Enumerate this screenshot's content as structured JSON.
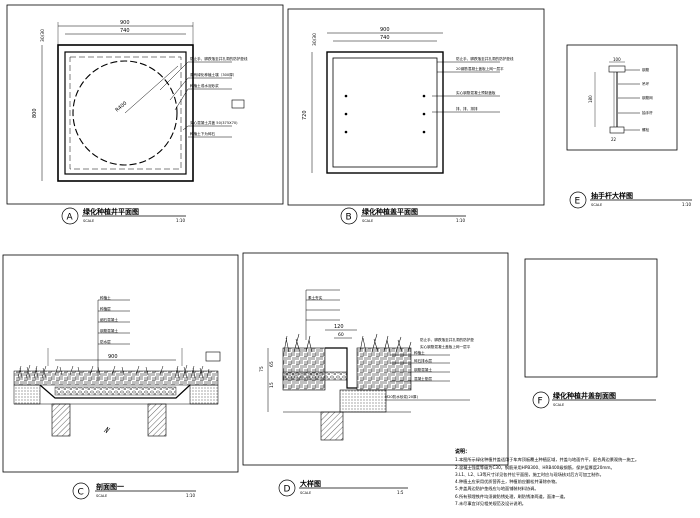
{
  "sheet_title": "",
  "panels": {
    "A": {
      "letter": "A",
      "title": "绿化种植井平面图",
      "scale_label": "SCALE",
      "scale": "1:10",
      "dims": {
        "outer_width": "900",
        "inner_width": "740",
        "height": "800",
        "radius": "R400",
        "edge": "30/30"
      },
      "callouts": [
        "防止手、脚跌落至井孔洞的防护垫线",
        "原有绿化种植土壤（300厚）",
        "种植土或水泥砂浆",
        "实心混凝土井盖 50(375X70)",
        "种植土下为碎石"
      ]
    },
    "B": {
      "letter": "B",
      "title": "绿化种植盖平面图",
      "scale_label": "SCALE",
      "scale": "1:10",
      "dims": {
        "outer_width": "900",
        "inner_width": "740",
        "height": "720",
        "edge": "30/30"
      },
      "callouts": [
        "防止手、脚跌落至井孔洞的防护垫线",
        "20钢筋混凝土盖板上网一层平",
        "实心钢筋混凝土预制盖板",
        "排、排、排排"
      ]
    },
    "C": {
      "letter": "C",
      "title": "剖面图一",
      "scale_label": "SCALE",
      "scale": "1:10",
      "dims": {
        "top": "900"
      },
      "callouts": [
        "种植土",
        "种植层",
        "细石混凝土",
        "钢筋混凝土",
        "防水层"
      ]
    },
    "D": {
      "letter": "D",
      "title": "大样图",
      "scale_label": "SCALE",
      "scale": "1:5",
      "dims": {
        "top": "120",
        "mid": "60",
        "h1": "75",
        "h2": "65",
        "h3": "15"
      },
      "callouts": [
        "防止手、脚跌落至井孔洞的防护垫",
        "实心钢筋混凝土盖板上网一层平",
        "种植土",
        "碎石排水层",
        "钢筋混凝土",
        "混凝土垫层",
        "素土夯实",
        "M20防水砂浆(20厚)"
      ]
    },
    "E": {
      "letter": "E",
      "title": "抽手杆大样图",
      "scale_label": "SCALE",
      "scale": "1:10",
      "dims": {
        "top": "100",
        "height": "180",
        "bottom": "22"
      },
      "callouts": [
        "钢筋",
        "吊环",
        "钢筋网",
        "抽手杆",
        "螺栓"
      ]
    },
    "F": {
      "letter": "F",
      "title": "绿化种植井盖剖面图",
      "scale_label": "SCALE",
      "scale": ""
    }
  },
  "notes": {
    "heading": "说明：",
    "lines": [
      "1.本图所示绿化种植井盖适用于车库顶板覆土种植区域，井盖与地面齐平，配合周边景观统一施工。",
      "2.混凝土强度等级为C30，钢筋采用HPB300、HRB400级钢筋，保护层厚度20mm。",
      "3.L1、L2、L3等尺寸详见各井位平面图，施工时应与现场核对后方可加工制作。",
      "4.种植土应采用优质营养土，种植前应翻松并清除杂物。",
      "5.井盖周边防护垫线应与地面铺装材料协调。",
      "6.所有预埋铁件均须做防锈处理，刷防锈漆两道，面漆一道。",
      "7.未尽事宜详见相关规范及设计说明。"
    ]
  }
}
